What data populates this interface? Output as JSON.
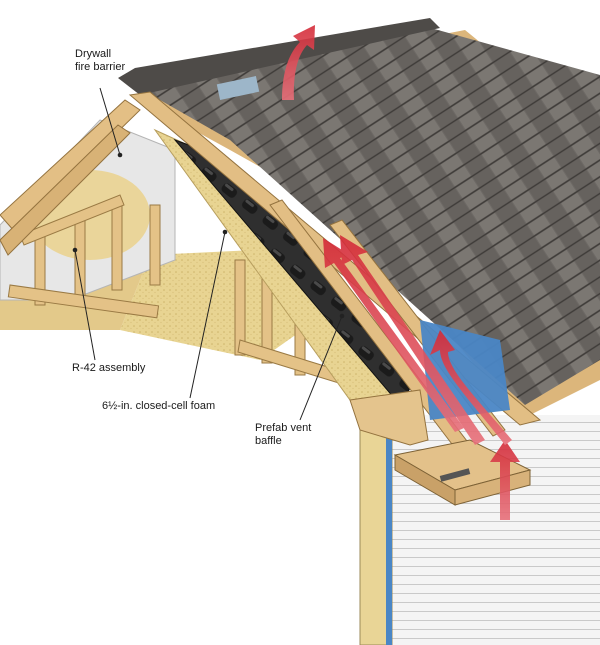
{
  "labels": {
    "drywall": [
      "Drywall",
      "fire barrier"
    ],
    "r42": "R-42 assembly",
    "foam": "6½-in. closed-cell foam",
    "baffle": [
      "Prefab vent",
      "baffle"
    ]
  },
  "colors": {
    "roof_shingle": "#6e6a66",
    "plywood": "#d9b77a",
    "framing_lumber": "#e2bf86",
    "spray_foam": "#e9d596",
    "vent_baffle": "#2b2b2b",
    "airflow_arrow": "#d9343f",
    "air_barrier": "#4a86c5",
    "siding": "#f1f1f1"
  },
  "icons": {
    "airflow_in": "arrow-up-icon",
    "airflow_out": "curved-arrow-up-right-icon"
  }
}
